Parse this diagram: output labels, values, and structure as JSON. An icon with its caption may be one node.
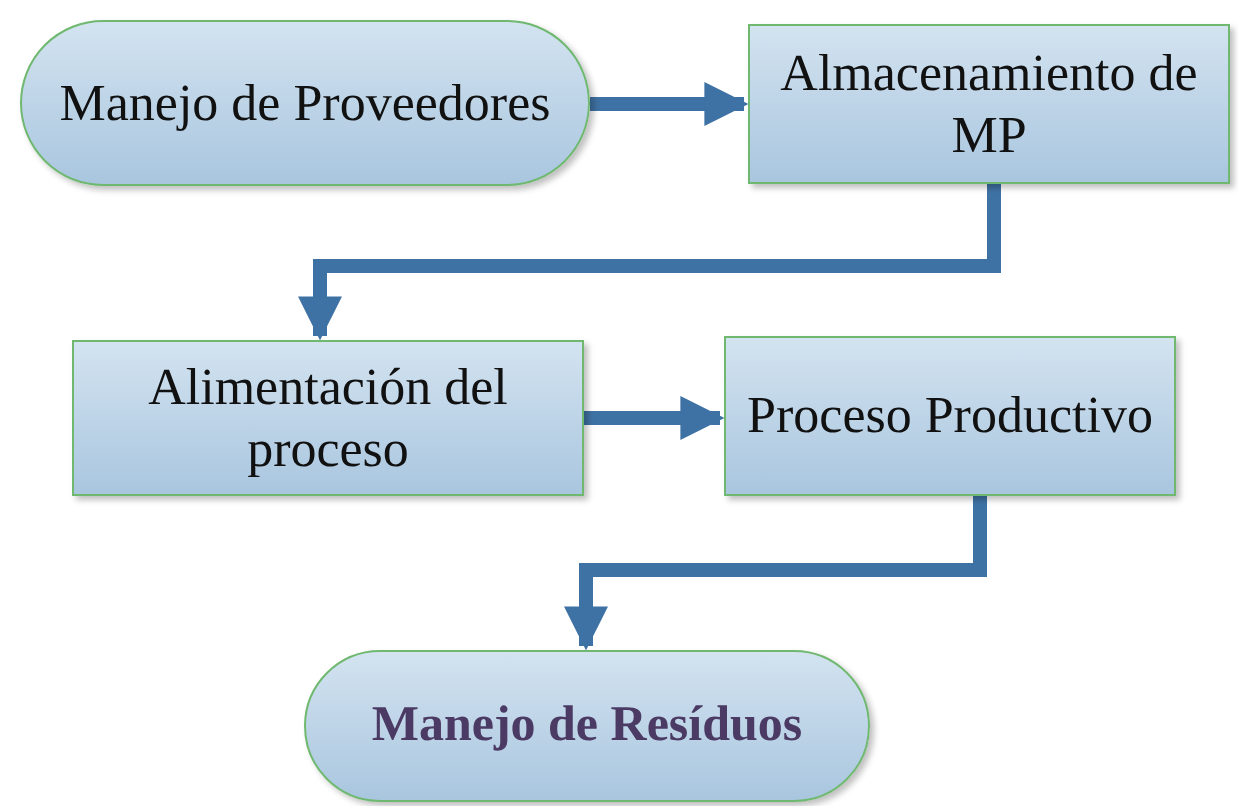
{
  "diagram": {
    "nodes": [
      {
        "text": [
          "Manejo de Proveedores"
        ]
      },
      {
        "text": [
          "Almacenamiento de MP"
        ]
      },
      {
        "text": [
          "Alimentación del proceso"
        ]
      },
      {
        "text": [
          "Proceso Productivo"
        ]
      },
      {
        "text": [
          "Manejo de Resíduos"
        ]
      }
    ],
    "edges": [
      {
        "from": 0,
        "to": 1,
        "arrow": "to"
      },
      {
        "from": 1,
        "to": 2,
        "arrow": "to"
      },
      {
        "from": 2,
        "to": 3,
        "arrow": "to"
      },
      {
        "from": 3,
        "to": 4,
        "arrow": "to"
      }
    ]
  }
}
